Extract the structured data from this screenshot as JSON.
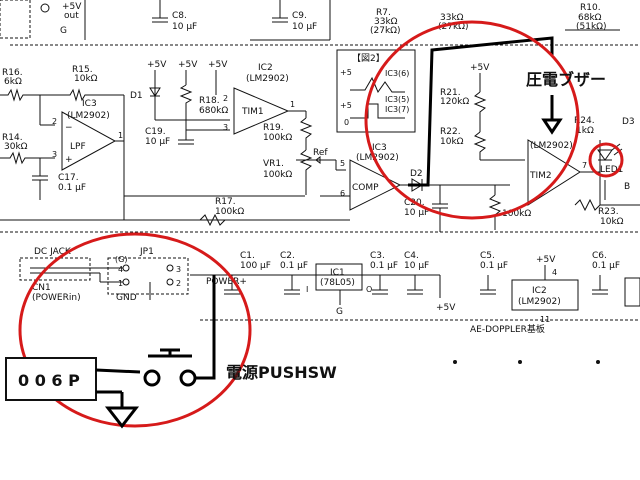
{
  "top": {
    "plus5v_out": "+5V",
    "out": "out",
    "g": "G",
    "c8": "C8.",
    "c8v": "10 µF",
    "c9": "C9.",
    "c9v": "10 µF",
    "r7": "R7.",
    "r7v": "33kΩ",
    "r7p": "(27kΩ)",
    "r8v": "33kΩ",
    "r8p": "(27kΩ)",
    "r10": "R10.",
    "r10v": "68kΩ",
    "r10p": "(51kΩ)"
  },
  "lpf": {
    "r16": "R16.",
    "r16v": "6kΩ",
    "r15": "R15.",
    "r15v": "10kΩ",
    "d1": "D1",
    "ic3": "IC3",
    "ic3p": "(LM2902)",
    "lpf": "LPF",
    "r14": "R14.",
    "r14v": "30kΩ",
    "c17": "C17.",
    "c17v": "0.1 µF",
    "p2": "2",
    "p3": "3",
    "p1": "1"
  },
  "tim1": {
    "plus5v_a": "+5V",
    "plus5v_b": "+5V",
    "plus5v_c": "+5V",
    "ic2": "IC2",
    "ic2p": "(LM2902)",
    "tim1": "TIM1",
    "r18": "R18.",
    "r18v": "680kΩ",
    "c19": "C19.",
    "c19v": "10 µF",
    "r19": "R19.",
    "r19v": "100kΩ",
    "vr1": "VR1.",
    "vr1v": "100kΩ",
    "ref": "Ref",
    "p2": "2",
    "p1": "1",
    "p3": "3"
  },
  "comp": {
    "ic3": "IC3",
    "ic3p": "(LM2902)",
    "comp": "COMP",
    "p5": "5",
    "p6": "6",
    "r17": "R17.",
    "r17v": "100kΩ",
    "d2": "D2",
    "fig": "【図2】",
    "fig_a": "IC3(6)",
    "fig_b": "IC3(5)",
    "fig_c": "IC3(7)",
    "fig_p5": "+5",
    "fig_0": "0"
  },
  "tim2": {
    "plus5v": "+5V",
    "r21": "R21.",
    "r21v": "120kΩ",
    "r22": "R22.",
    "r22v": "10kΩ",
    "c20": "C20.",
    "c20v": "10 µF",
    "r20v": "100kΩ",
    "tim2": "TIM2",
    "lm": "(LM2902)",
    "r24": "R24.",
    "r24v": "1kΩ",
    "d3": "D3",
    "led": "LED1",
    "r23": "R23.",
    "r23v": "10kΩ",
    "p7": "7",
    "b": "B"
  },
  "power": {
    "dc_jack": "DC JACK",
    "jp1": "JP1",
    "cn1": "CN1",
    "cn1p": "(POWERin)",
    "gnd": "GND",
    "g": "(G)",
    "power_plus": "POWER+",
    "j4": "4",
    "j3": "3",
    "j1": "1",
    "j2": "2",
    "c1": "C1.",
    "c1v": "100 µF",
    "c2": "C2.",
    "c2v": "0.1 µF",
    "ic1": "IC1",
    "ic1p": "(78L05)",
    "i": "I",
    "o": "O",
    "g2": "G",
    "c3": "C3.",
    "c3v": "0.1 µF",
    "c4": "C4.",
    "c4v": "10 µF",
    "plus5v": "+5V",
    "board": "AE-DOPPLER基板"
  },
  "right": {
    "c5": "C5.",
    "c5v": "0.1 µF",
    "plus5v": "+5V",
    "p4": "4",
    "ic2": "IC2",
    "ic2p": "(LM2902)",
    "p11": "11",
    "c6": "C6.",
    "c6v": "0.1 µF"
  },
  "annotations": {
    "buzzer": "圧電ブザー",
    "battery": "0 0 6 P",
    "pushsw": "電源PUSHSW"
  },
  "colors": {
    "ink": "#111111",
    "circle": "#d61a1a",
    "background": "#ffffff"
  }
}
